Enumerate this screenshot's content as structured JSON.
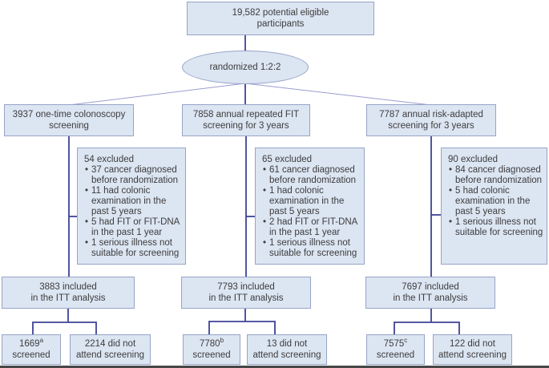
{
  "figure": {
    "eligible": {
      "lines": [
        "19,582 potential eligible",
        "participants"
      ]
    },
    "randomization": {
      "label": "randomized 1:2:2"
    }
  },
  "columns": [
    {
      "arm": {
        "lines": [
          "3937 one-time colonoscopy",
          "screening"
        ]
      },
      "excluded": {
        "title": "54 excluded",
        "bullets": [
          "37 cancer diagnosed before randomization",
          "11 had colonic examination in the past 5 years",
          "5 had FIT or FIT-DNA in the past 1 year",
          "1 serious illness not suitable for screening"
        ]
      },
      "itt": {
        "lines": [
          "3883 included",
          "in the ITT analysis"
        ]
      },
      "screened": {
        "value": "1669",
        "superscript": "a",
        "label": "screened"
      },
      "not_attended": {
        "lines": [
          "2214 did not",
          "attend screening"
        ]
      }
    },
    {
      "arm": {
        "lines": [
          "7858 annual repeated FIT",
          "screening for 3 years"
        ]
      },
      "excluded": {
        "title": "65 excluded",
        "bullets": [
          "61 cancer diagnosed before randomization",
          "1 had colonic examination in the past 5 years",
          "2 had FIT or FIT-DNA in the past 1 year",
          "1 serious illness not suitable for screening"
        ]
      },
      "itt": {
        "lines": [
          "7793 included",
          "in the ITT analysis"
        ]
      },
      "screened": {
        "value": "7780",
        "superscript": "b",
        "label": "screened"
      },
      "not_attended": {
        "lines": [
          "13 did not",
          "attend screening"
        ]
      }
    },
    {
      "arm": {
        "lines": [
          "7787 annual risk-adapted",
          "screening for 3 years"
        ]
      },
      "excluded": {
        "title": "90 excluded",
        "bullets": [
          "84 cancer diagnosed before randomization",
          "5 had colonic examination in the past 5 years",
          "1 serious illness not suitable for screening"
        ]
      },
      "itt": {
        "lines": [
          "7697 included",
          "in the ITT analysis"
        ]
      },
      "screened": {
        "value": "7575",
        "superscript": "c",
        "label": "screened"
      },
      "not_attended": {
        "lines": [
          "122 did not",
          "attend screening"
        ]
      }
    }
  ],
  "colors": {
    "box_fill": "#dce5f2",
    "box_border": "#96a4c8",
    "connector_dark": "#3e4297",
    "connector_light": "#9b9cd2",
    "text": "#3d3d3d",
    "bottom_bar": "#474747"
  }
}
